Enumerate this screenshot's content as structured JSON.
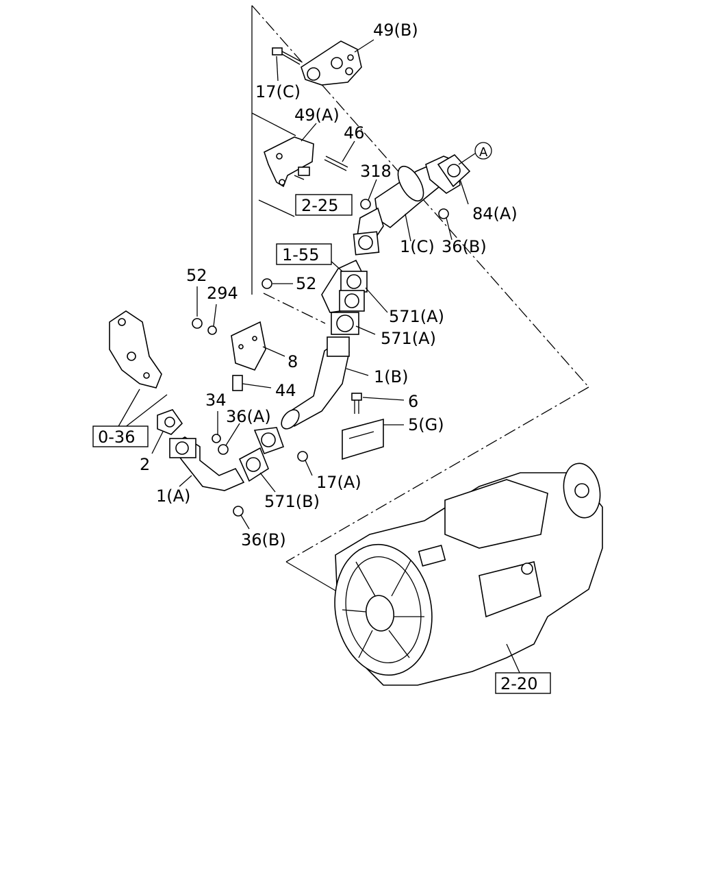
{
  "callouts": {
    "c_49b": "49(B)",
    "c_17c": "17(C)",
    "c_49a": "49(A)",
    "c_46": "46",
    "c_318": "318",
    "c_a_circle": "A",
    "c_84a": "84(A)",
    "c_1c": "1(C)",
    "c_36b_top": "36(B)",
    "c_52_left": "52",
    "c_294": "294",
    "c_52_mid": "52",
    "c_571a_1": "571(A)",
    "c_571a_2": "571(A)",
    "c_8": "8",
    "c_1b": "1(B)",
    "c_44": "44",
    "c_6": "6",
    "c_34": "34",
    "c_36a": "36(A)",
    "c_5g": "5(G)",
    "c_2": "2",
    "c_17a": "17(A)",
    "c_1a": "1(A)",
    "c_571b": "571(B)",
    "c_36b_bottom": "36(B)"
  },
  "refs": {
    "r_2_25": "2-25",
    "r_1_55": "1-55",
    "r_0_36": "0-36",
    "r_2_20": "2-20"
  }
}
